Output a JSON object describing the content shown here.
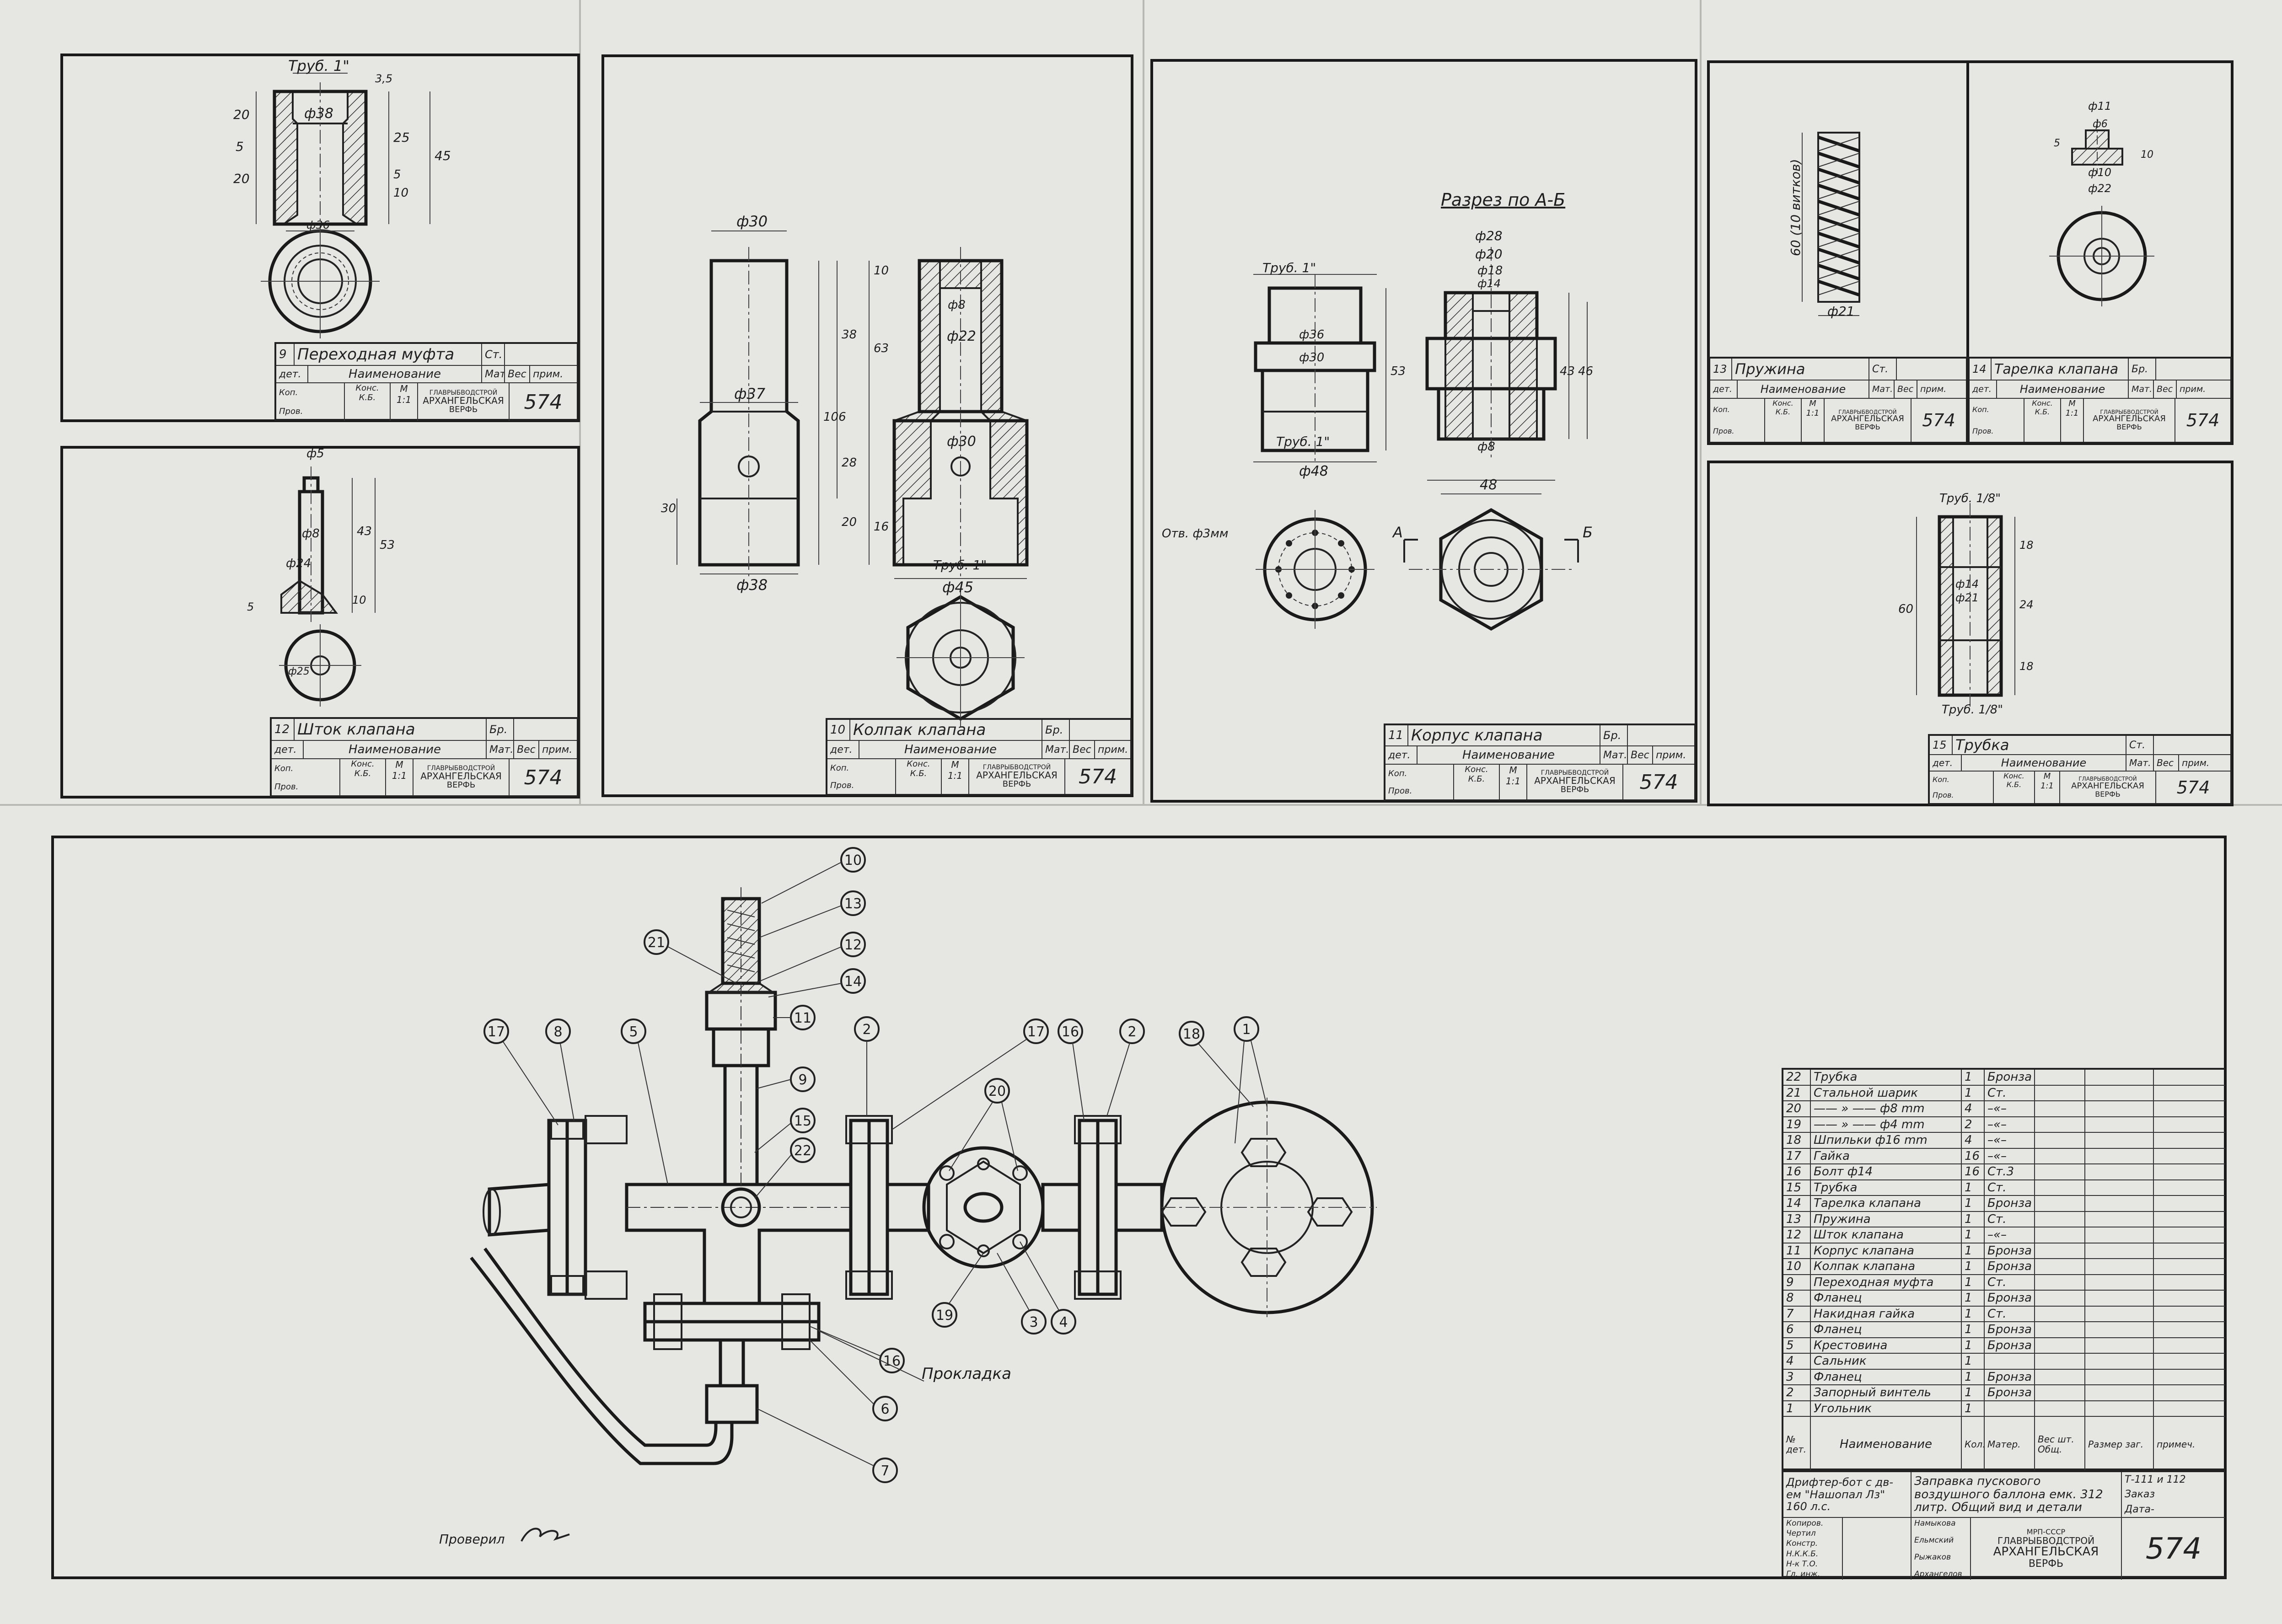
{
  "sheet_number": "574",
  "org": {
    "line1": "ГЛАВРЫБВОДСТРОЙ",
    "line2": "АРХАНГЕЛЬСКАЯ",
    "line3": "ВЕРФЬ"
  },
  "common": {
    "naim": "Наименование",
    "det": "дет.",
    "mat": "Мат.",
    "ves": "Вес",
    "prim": "прим.",
    "kop": "Коп.",
    "kons": "Конс.",
    "prov": "Пров.",
    "m": "М",
    "scale": "1:1",
    "kb": "К.Б."
  },
  "parts": [
    {
      "num": "9",
      "name": "Переходная муфта",
      "mat": "Ст."
    },
    {
      "num": "12",
      "name": "Шток клапана",
      "mat": "Бр."
    },
    {
      "num": "10",
      "name": "Колпак клапана",
      "mat": "Бр."
    },
    {
      "num": "11",
      "name": "Корпус клапана",
      "mat": "Бр."
    },
    {
      "num": "13",
      "name": "Пружина",
      "mat": "Ст."
    },
    {
      "num": "14",
      "name": "Тарелка клапана",
      "mat": "Бр."
    },
    {
      "num": "15",
      "name": "Трубка",
      "mat": "Ст."
    }
  ],
  "dims": {
    "p9": [
      "Труб. 1\"",
      "ф38",
      "20",
      "5",
      "20",
      "25",
      "45",
      "5",
      "10",
      "3,5",
      "ф36"
    ],
    "p12": [
      "ф5",
      "ф8",
      "ф24",
      "43",
      "53",
      "10",
      "5",
      "ф25"
    ],
    "p10": [
      "ф30",
      "ф37",
      "ф38",
      "ф22",
      "ф30",
      "ф8",
      "ф45",
      "Труб. 1\"",
      "10",
      "38",
      "63",
      "106",
      "28",
      "20",
      "16",
      "30"
    ],
    "p11": [
      "Разрез по А-Б",
      "Труб. 1\"",
      "Труб. 1\"",
      "ф36",
      "ф30",
      "ф48",
      "ф28",
      "ф20",
      "ф18",
      "ф14",
      "ф8",
      "48",
      "53",
      "43",
      "46",
      "Отв. ф3мм",
      "А",
      "Б"
    ],
    "p13": [
      "60 (10 витков)",
      "ф21"
    ],
    "p14": [
      "ф11",
      "ф6",
      "ф10",
      "ф22",
      "10",
      "5"
    ],
    "p15": [
      "Труб. 1/8\"",
      "Труб. 1/8\"",
      "ф14",
      "ф21",
      "60",
      "18",
      "24",
      "18"
    ]
  },
  "bom": [
    {
      "pos": "22",
      "name": "Трубка",
      "qty": "1",
      "mat": "Бронза"
    },
    {
      "pos": "21",
      "name": "Стальной шарик",
      "qty": "1",
      "mat": "Ст."
    },
    {
      "pos": "20",
      "name": "—— » —— ф8 mm",
      "qty": "4",
      "mat": "–«–"
    },
    {
      "pos": "19",
      "name": "—— » —— ф4 mm",
      "qty": "2",
      "mat": "–«–"
    },
    {
      "pos": "18",
      "name": "Шпильки ф16 mm",
      "qty": "4",
      "mat": "–«–"
    },
    {
      "pos": "17",
      "name": "Гайка",
      "qty": "16",
      "mat": "–«–"
    },
    {
      "pos": "16",
      "name": "Болт ф14",
      "qty": "16",
      "mat": "Ст.3"
    },
    {
      "pos": "15",
      "name": "Трубка",
      "qty": "1",
      "mat": "Ст."
    },
    {
      "pos": "14",
      "name": "Тарелка клапана",
      "qty": "1",
      "mat": "Бронза"
    },
    {
      "pos": "13",
      "name": "Пружина",
      "qty": "1",
      "mat": "Ст."
    },
    {
      "pos": "12",
      "name": "Шток клапана",
      "qty": "1",
      "mat": "–«–"
    },
    {
      "pos": "11",
      "name": "Корпус клапана",
      "qty": "1",
      "mat": "Бронза"
    },
    {
      "pos": "10",
      "name": "Колпак клапана",
      "qty": "1",
      "mat": "Бронза"
    },
    {
      "pos": "9",
      "name": "Переходная муфта",
      "qty": "1",
      "mat": "Ст."
    },
    {
      "pos": "8",
      "name": "Фланец",
      "qty": "1",
      "mat": "Бронза"
    },
    {
      "pos": "7",
      "name": "Накидная гайка",
      "qty": "1",
      "mat": "Ст."
    },
    {
      "pos": "6",
      "name": "Фланец",
      "qty": "1",
      "mat": "Бронза"
    },
    {
      "pos": "5",
      "name": "Крестовина",
      "qty": "1",
      "mat": "Бронза"
    },
    {
      "pos": "4",
      "name": "Сальник",
      "qty": "1",
      "mat": ""
    },
    {
      "pos": "3",
      "name": "Фланец",
      "qty": "1",
      "mat": "Бронза"
    },
    {
      "pos": "2",
      "name": "Запорный винтель",
      "qty": "1",
      "mat": "Бронза"
    },
    {
      "pos": "1",
      "name": "Угольник",
      "qty": "1",
      "mat": ""
    }
  ],
  "bom_header": {
    "pos": "№ дет.",
    "name": "Наименование",
    "qty": "Кол.",
    "mat": "Матер.",
    "ves": "Вес шт. Общ.",
    "razm": "Размер заг.",
    "prim": "примеч."
  },
  "main_title": {
    "left": "Дрифтер-бот с дв-ем \"Нашопал Лз\" 160 л.с.",
    "center": "Заправка пускового воздушного баллона емк. 312 литр. Общий вид и детали",
    "right1": "Т-111 и 112",
    "right2": "Заказ",
    "right3": "Дата-"
  },
  "signatures": {
    "roles": [
      "Копиров.",
      "Чертил",
      "Констр.",
      "Н.К.К.Б.",
      "Н-к Т.О.",
      "Гл. инж."
    ],
    "names": [
      "Намыкова",
      "Ельмский",
      "Рыжаков",
      "Архангелов"
    ],
    "mrp": "МРП-СССР",
    "checked": "Проверил"
  },
  "labels": {
    "gasket": "Прокладка"
  },
  "callouts": [
    "10",
    "13",
    "12",
    "14",
    "21",
    "11",
    "9",
    "15",
    "22",
    "17",
    "8",
    "5",
    "2",
    "17",
    "20",
    "16",
    "2",
    "18",
    "1",
    "19",
    "3",
    "4",
    "16",
    "6",
    "7"
  ]
}
